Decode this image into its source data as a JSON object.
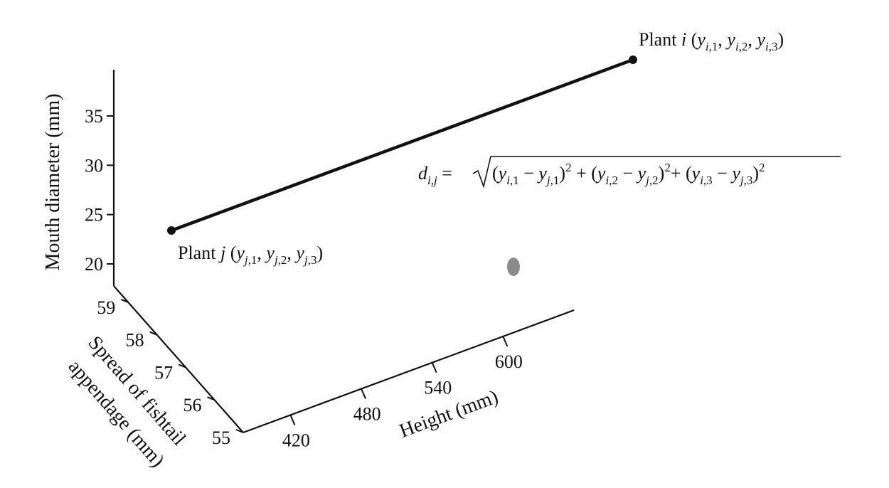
{
  "chart_data": {
    "type": "scatter",
    "projection": "3d",
    "title": "",
    "axes": {
      "x": {
        "label": "Height (mm)",
        "ticks": [
          420,
          480,
          540,
          600
        ],
        "range": [
          380,
          660
        ]
      },
      "y": {
        "label_lines": [
          "Spread of fishtail",
          "appendage (mm)"
        ],
        "ticks": [
          55,
          56,
          57,
          58,
          59
        ],
        "range": [
          55,
          59.5
        ]
      },
      "z": {
        "label": "Mouth diameter (mm)",
        "ticks": [
          20,
          25,
          30,
          35
        ],
        "range": [
          18,
          39
        ]
      }
    },
    "grid": false,
    "legend": "none",
    "points": [
      {
        "name": "Plant j",
        "annotation": "Plant j (yj,1, yj,2, yj,3)"
      },
      {
        "name": "Plant i",
        "annotation": "Plant i (yi,1, yi,2, yi,3)"
      }
    ],
    "annotations": {
      "distance_formula": "di,j = √(yi,1 − yj,1)² + (yi,2 − yj,2)²+ (yi,3 − yj,3)²"
    },
    "colors": {
      "ink": "#111111",
      "smudge": "#777777"
    }
  }
}
